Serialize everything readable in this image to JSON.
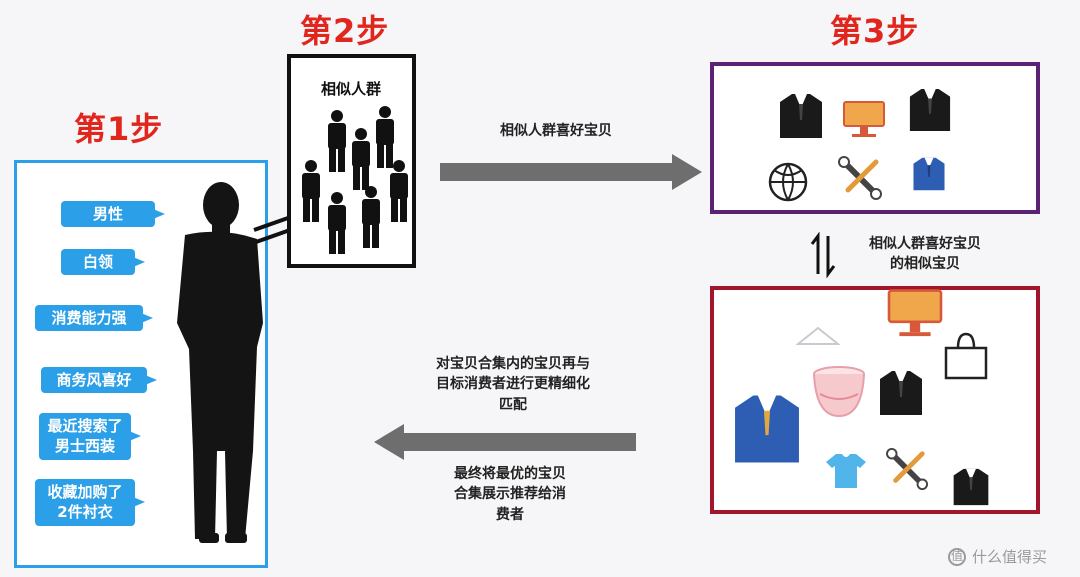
{
  "steps": {
    "step1_title": "第1步",
    "step2_title": "第2步",
    "step3_title": "第3步"
  },
  "profile_tags": [
    "男性",
    "白领",
    "消费能力强",
    "商务风喜好",
    "最近搜索了\n男士西装",
    "收藏加购了\n2件衬衣"
  ],
  "similar_group": {
    "label": "相似人群"
  },
  "arrows": {
    "to_step3_label": "相似人群喜好宝贝",
    "between_step3_label_line1": "相似人群喜好宝贝",
    "between_step3_label_line2": "的相似宝贝",
    "refine_label_line1": "对宝贝合集内的宝贝再与",
    "refine_label_line2": "目标消费者进行更精细化",
    "refine_label_line3": "匹配",
    "final_label_line1": "最终将最优的宝贝",
    "final_label_line2": "合集展示推荐给消",
    "final_label_line3": "费者"
  },
  "colors": {
    "step_red": "#e0261d",
    "step1_border": "#2b9fe7",
    "step3_top_border": "#5b2173",
    "step3_bottom_border": "#a0162c",
    "arrow_gray": "#6e6e6e"
  },
  "watermark": {
    "text": "什么值得买"
  }
}
